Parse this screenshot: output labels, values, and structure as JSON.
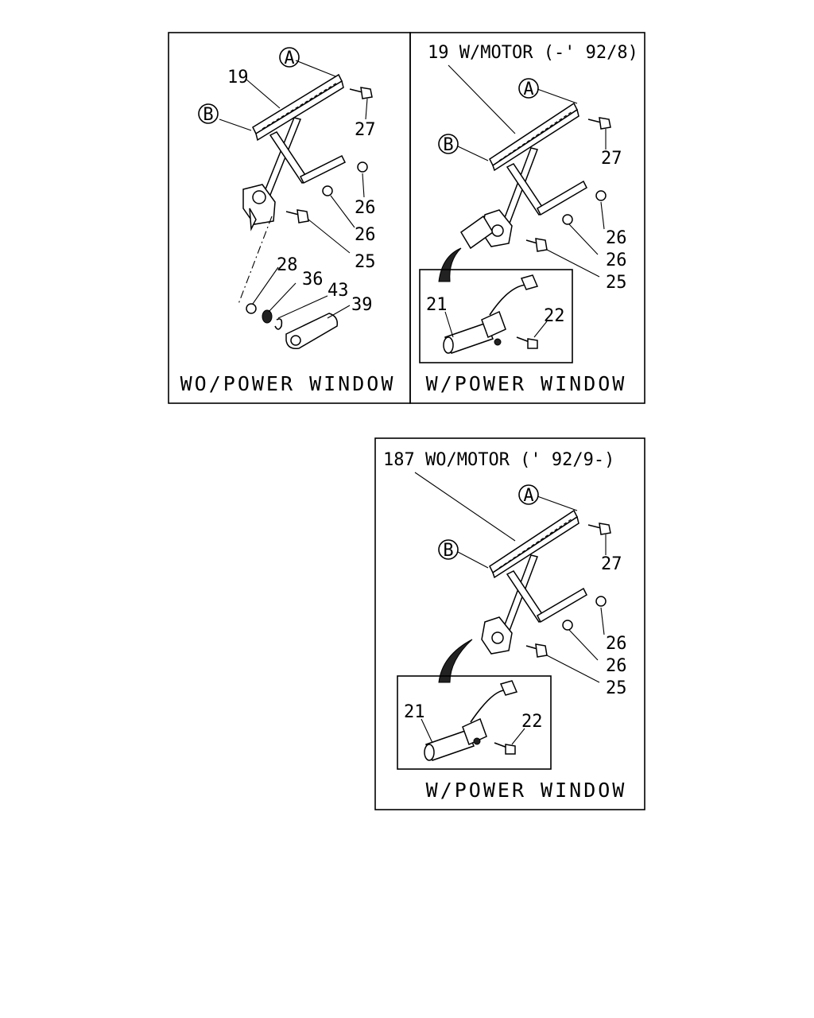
{
  "panel_left": {
    "caption": "WO/POWER WINDOW",
    "callouts": {
      "ref_a": "A",
      "ref_b": "B",
      "p19": "19",
      "p27": "27",
      "p26a": "26",
      "p26b": "26",
      "p25": "25",
      "p28": "28",
      "p36": "36",
      "p43": "43",
      "p39": "39"
    }
  },
  "panel_right": {
    "title": "19 W/MOTOR (-' 92/8)",
    "caption": "W/POWER WINDOW",
    "callouts": {
      "ref_a": "A",
      "ref_b": "B",
      "p27": "27",
      "p26a": "26",
      "p26b": "26",
      "p25": "25",
      "p21": "21",
      "p22": "22"
    }
  },
  "panel_bottom": {
    "title": "187 WO/MOTOR (' 92/9-)",
    "caption": "W/POWER WINDOW",
    "callouts": {
      "ref_a": "A",
      "ref_b": "B",
      "p27": "27",
      "p26a": "26",
      "p26b": "26",
      "p25": "25",
      "p21": "21",
      "p22": "22"
    }
  }
}
